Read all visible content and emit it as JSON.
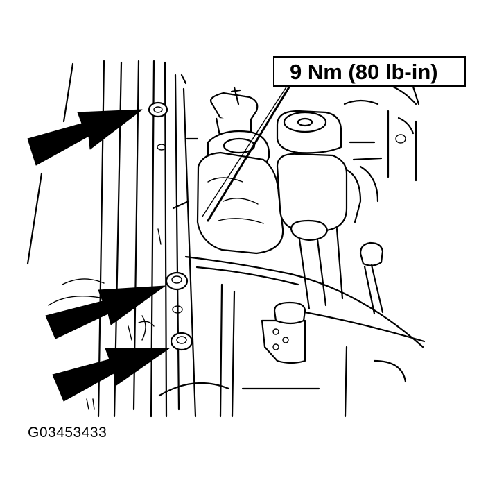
{
  "callout": {
    "torque_label": "9 Nm (80 lb-in)"
  },
  "figure_id": "G03453433",
  "colors": {
    "ink": "#000000",
    "paper": "#ffffff"
  },
  "pointer_arrows": [
    {
      "name": "upper-fastener-arrow"
    },
    {
      "name": "middle-fastener-arrow"
    },
    {
      "name": "lower-fastener-arrow"
    }
  ]
}
